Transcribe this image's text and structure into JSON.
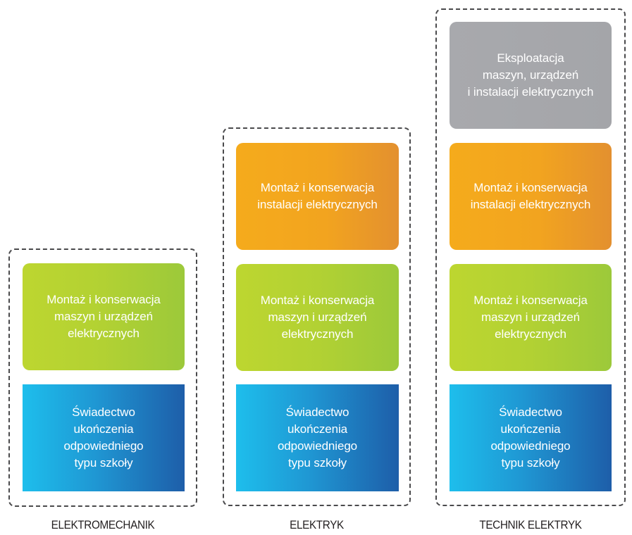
{
  "diagram": {
    "type": "qualification-stack",
    "colors": {
      "grey": "#A6A7AB",
      "orange": "#F4AA1E",
      "green": "#B2D133",
      "blue": "#1E8FD0",
      "frame": "#4A4A4C",
      "label": "#231F20"
    },
    "columns": [
      {
        "label": "ELEKTROMECHANIK",
        "boxes": [
          {
            "color": "green",
            "text": "Montaż i konserwacja\nmaszyn i urządzeń\nelektrycznych"
          },
          {
            "color": "blue",
            "text": "Świadectwo\nukończenia\nodpowiedniego\ntypu szkoły"
          }
        ]
      },
      {
        "label": "ELEKTRYK",
        "boxes": [
          {
            "color": "orange",
            "text": "Montaż i konserwacja\ninstalacji elektrycznych"
          },
          {
            "color": "green",
            "text": "Montaż i konserwacja\nmaszyn i urządzeń\nelektrycznych"
          },
          {
            "color": "blue",
            "text": "Świadectwo\nukończenia\nodpowiedniego\ntypu szkoły"
          }
        ]
      },
      {
        "label": "TECHNIK ELEKTRYK",
        "boxes": [
          {
            "color": "grey",
            "text": "Eksploatacja\nmaszyn, urządzeń\ni instalacji elektrycznych"
          },
          {
            "color": "orange",
            "text": "Montaż i konserwacja\ninstalacji elektrycznych"
          },
          {
            "color": "green",
            "text": "Montaż i konserwacja\nmaszyn i urządzeń\nelektrycznych"
          },
          {
            "color": "blue",
            "text": "Świadectwo\nukończenia\nodpowiedniego\ntypu szkoły"
          }
        ]
      }
    ]
  }
}
